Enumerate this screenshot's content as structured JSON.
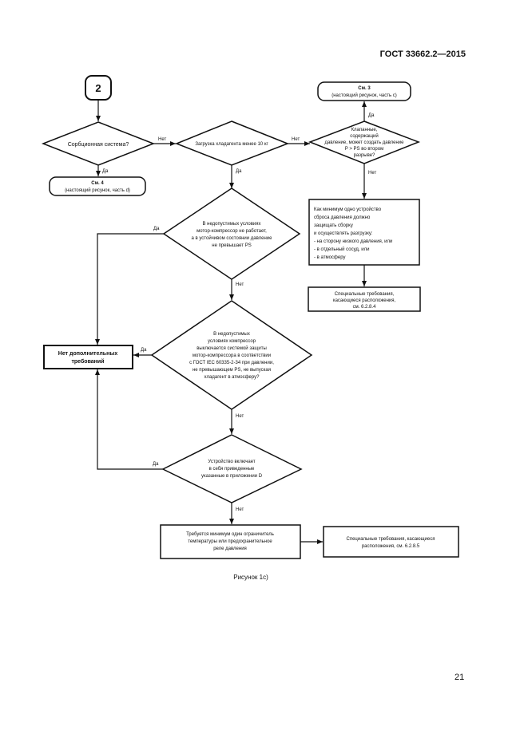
{
  "header": {
    "standard": "ГОСТ 33662.2—2015"
  },
  "page_number": "21",
  "caption": "Рисунок 1с)",
  "flowchart": {
    "start": "2",
    "d1": "Сорбционная система?",
    "ref_c4": [
      "См. 4",
      "(настоящий рисунок, часть d)"
    ],
    "d2": "Загрузка хладагента менее 10 кг",
    "d3": [
      "Клапанные,",
      "содержащий",
      "давление, может создать давление",
      "P > PS во втором",
      "разрыве?"
    ],
    "ref_c3": [
      "См. 3",
      "(настоящий рисунок, часть с)"
    ],
    "d4": [
      "В недопустимых условиях",
      "мотор-компрессор не работает,",
      "а в устойчивом состоянии давление",
      "не превышает PS"
    ],
    "d5": [
      "В недопустимых",
      "условиях компрессор",
      "выключается системой защиты",
      "мотор-компрессора в соответствии",
      "с ГОСТ IEC 60335-2-34 при давлении,",
      "не превышающем PS, не выпуская",
      "хладагент в атмосферу?"
    ],
    "d6": [
      "Устройство включает",
      "в себя приведенные",
      "указанные в приложении D"
    ],
    "box_no_req": [
      "Нет дополнительных",
      "требований"
    ],
    "box_relief": [
      "Как минимум одно устройство",
      "сброса давления должно",
      "защищать сборку",
      "и осуществлять разгрузку:",
      "- на сторону низкого давления, или",
      "- в отдельный сосуд, или",
      "- в атмосферу"
    ],
    "box_special1": [
      "Специальные требования,",
      "касающиеся расположения,",
      "см. 6.2.8.4"
    ],
    "box_limiter": [
      "Требуется минимум один ограничитель",
      "температуры или предохранительное",
      "реле давления"
    ],
    "box_special2": [
      "Специальные требования, касающиеся",
      "расположения, см. 6.2.8.5"
    ],
    "labels": {
      "yes": "Да",
      "no": "Нет"
    }
  }
}
